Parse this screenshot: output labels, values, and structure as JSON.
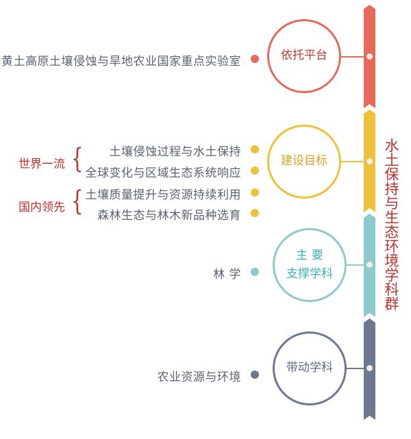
{
  "colors": {
    "red": "#e8695a",
    "yellow": "#eec13a",
    "teal": "#8ccbcc",
    "slate": "#6c7890"
  },
  "title": "水土保持与生态环境学科群",
  "sections": [
    {
      "circle": "依托平台",
      "items": [
        "黄土高原土壤侵蚀与旱地农业国家重点实验室"
      ]
    },
    {
      "circle": "建设目标",
      "items": [
        "土壤侵蚀过程与水土保持",
        "全球变化与区域生态系统响应",
        "土壤质量提升与资源持续利用",
        "森林生态与林木新品种选育"
      ],
      "groups": [
        "世界一流",
        "国内领先"
      ]
    },
    {
      "circle_line1": "主 要",
      "circle_line2": "支撑学科",
      "items": [
        "林 学"
      ]
    },
    {
      "circle": "带动学科",
      "items": [
        "农业资源与环境"
      ]
    }
  ]
}
